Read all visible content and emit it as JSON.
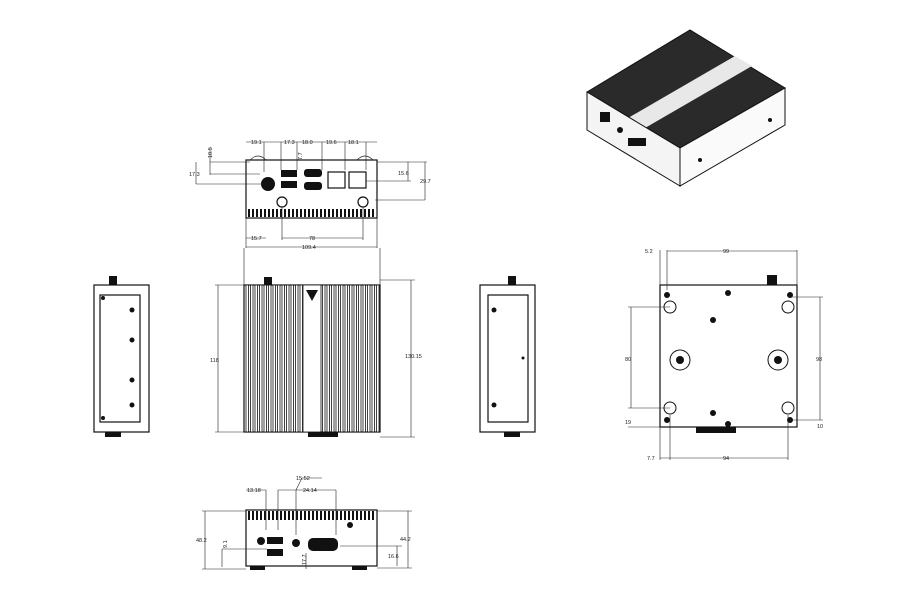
{
  "drawing": {
    "front_view": {
      "top_dims": [
        "19.1",
        "17.3",
        "18.0",
        "19.6",
        "18.1"
      ],
      "dim_7_7": "7.7",
      "left_dims": [
        "10.5",
        "17.3"
      ],
      "right_dims": [
        "15.6",
        "29.7"
      ],
      "bottom_dims": [
        "15.7",
        "78"
      ],
      "width": "109.4"
    },
    "top_view": {
      "height_left": "118",
      "height_right": "130.15"
    },
    "bottom_view": {
      "top_width": "99",
      "top_offset": "5.2",
      "left_span": "80",
      "left_offset": "19",
      "right_span": "98",
      "right_offset": "10",
      "bottom_width": "94",
      "bottom_offset": "7.7"
    },
    "rear_view": {
      "top_dims": [
        "13.18",
        "15.52",
        "24.14"
      ],
      "height_left": "48.2",
      "height_right": "44.2",
      "left_small": "9.1",
      "center_small": "17.7",
      "right_small": "16.6"
    }
  }
}
